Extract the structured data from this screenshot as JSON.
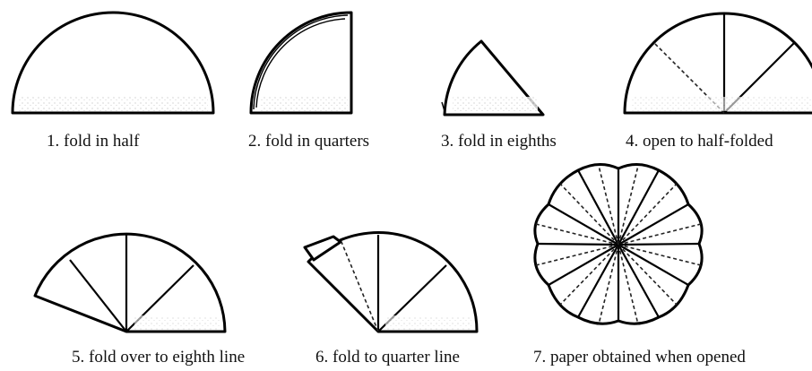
{
  "steps": [
    {
      "caption": "1. fold in half"
    },
    {
      "caption": "2. fold in quarters"
    },
    {
      "caption": "3. fold in eighths"
    },
    {
      "caption": "4. open to half-folded"
    },
    {
      "caption": "5. fold over to eighth line"
    },
    {
      "caption": "6. fold to quarter line"
    },
    {
      "caption": "7. paper obtained when opened"
    }
  ]
}
